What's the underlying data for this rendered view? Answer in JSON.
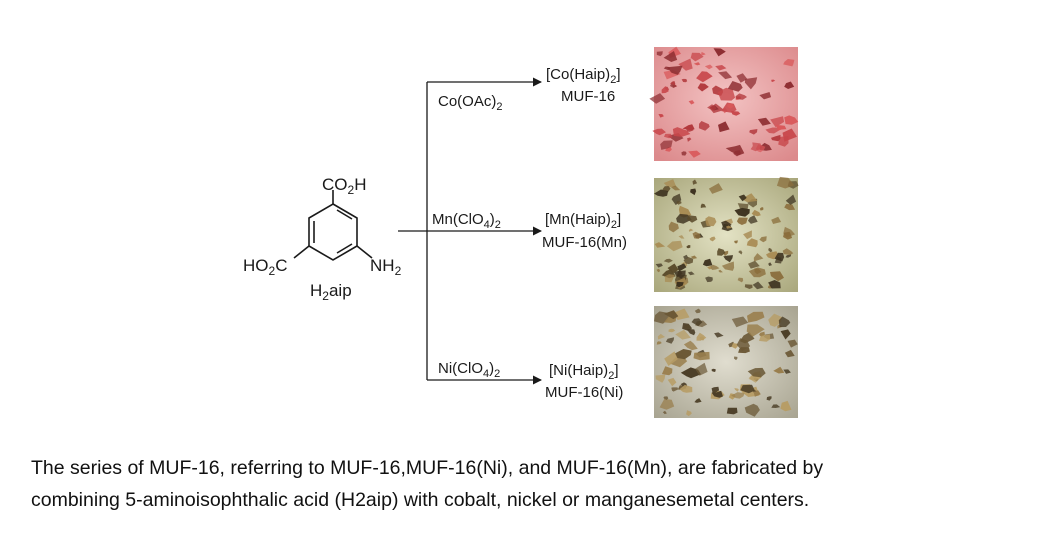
{
  "scheme": {
    "ligand": {
      "top_group_main": "CO",
      "top_group_sub": "2",
      "top_group_end": "H",
      "left_group_main": "HO",
      "left_group_sub": "2",
      "left_group_end": "C",
      "right_group_main": "NH",
      "right_group_sub": "2",
      "name_main": "H",
      "name_sub": "2",
      "name_end": "aip"
    },
    "branches": [
      {
        "reagent_main": "Co(OAc)",
        "reagent_sub": "2",
        "formula_main": "[Co(Haip)",
        "formula_sub": "2",
        "formula_end": "]",
        "product_name": "MUF-16",
        "photo_color": "#e7a2a2"
      },
      {
        "reagent_main": "Mn(ClO",
        "reagent_sub": "4",
        "reagent_end": ")",
        "reagent_sub2": "2",
        "formula_main": "[Mn(Haip)",
        "formula_sub": "2",
        "formula_end": "]",
        "product_name": "MUF-16(Mn)",
        "photo_color": "#c9c7a1"
      },
      {
        "reagent_main": "Ni(ClO",
        "reagent_sub": "4",
        "reagent_end": ")",
        "reagent_sub2": "2",
        "formula_main": "[Ni(Haip)",
        "formula_sub": "2",
        "formula_end": "]",
        "product_name": "MUF-16(Ni)",
        "photo_color": "#c4c1ad"
      }
    ]
  },
  "caption": {
    "line1": "The series of MUF-16, referring to MUF-16,MUF-16(Ni), and MUF-16(Mn), are fabricated by",
    "line2": "combining 5-aminoisophthalic acid (H2aip) with cobalt, nickel or manganesemetal centers."
  }
}
